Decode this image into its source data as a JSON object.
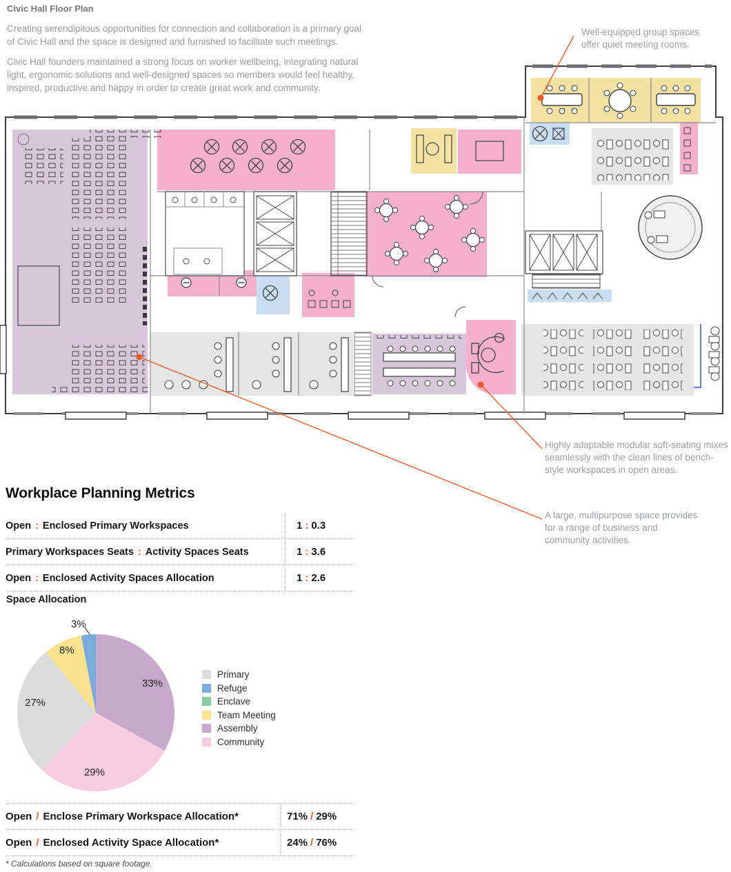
{
  "theme": {
    "accent": "#F15A29",
    "floor": {
      "assembly": "#D8C7DB",
      "community": "#F5B1CC",
      "team_meeting": "#F4E2A2",
      "refuge": "#C9DFF1",
      "primary": "#E6E6E7"
    }
  },
  "header": {
    "title": "Civic Hall Floor Plan",
    "intro_p1": "Creating serendipitous opportunities for connection and collaboration is a primary goal of Civic Hall and the space is designed and furnished to facilitate such meetings.",
    "intro_p2": "Civic Hall founders maintained a strong focus on worker wellbeing, integrating natural light, ergonomic solutions and well-designed spaces so members would feel healthy, inspired, productive and happy in order to create great work and community."
  },
  "annotations": {
    "group_spaces": "Well-equipped group spaces offer quiet meeting rooms.",
    "soft_seating": "Highly adaptable modular soft-seating mixes seamlessly with the clean lines of bench-style workspaces in open areas.",
    "multipurpose": "A large, multipurpose space provides for a range of business and community activities."
  },
  "metrics": {
    "heading": "Workplace Planning Metrics",
    "rows": [
      {
        "a": "Open",
        "sep": ":",
        "b": "Enclosed Primary Workspaces",
        "va": "1",
        "vb": "0.3"
      },
      {
        "a": "Primary Workspaces Seats",
        "sep": ":",
        "b": "Activity Spaces Seats",
        "va": "1",
        "vb": "3.6"
      },
      {
        "a": "Open",
        "sep": ":",
        "b": "Enclosed Activity Spaces Allocation",
        "va": "1",
        "vb": "2.6"
      }
    ]
  },
  "chart_data": {
    "type": "pie",
    "title": "Space Allocation",
    "slices": [
      {
        "label": "Primary",
        "value": 27,
        "display": "27%",
        "color": "#DCDCDD"
      },
      {
        "label": "Refuge",
        "value": 3,
        "display": "3%",
        "color": "#79ACDD"
      },
      {
        "label": "Enclave",
        "value": 0,
        "display": "",
        "color": "#87CCA3"
      },
      {
        "label": "Team Meeting",
        "value": 8,
        "display": "8%",
        "color": "#FBE28F"
      },
      {
        "label": "Assembly",
        "value": 33,
        "display": "33%",
        "color": "#C7A9CB"
      },
      {
        "label": "Community",
        "value": 29,
        "display": "29%",
        "color": "#F8CCE1"
      }
    ],
    "draw_order": [
      "Assembly",
      "Community",
      "Primary",
      "Team Meeting",
      "Refuge"
    ],
    "start_angle_deg": 0,
    "legend_position": "right"
  },
  "allocation": {
    "rows": [
      {
        "a": "Open",
        "sep": "/",
        "b": "Enclose Primary Workspace Allocation*",
        "va": "71%",
        "vb": "29%"
      },
      {
        "a": "Open",
        "sep": "/",
        "b": "Enclosed Activity Space Allocation*",
        "va": "24%",
        "vb": "76%"
      }
    ]
  },
  "footnote": "* Calculations based on square footage."
}
